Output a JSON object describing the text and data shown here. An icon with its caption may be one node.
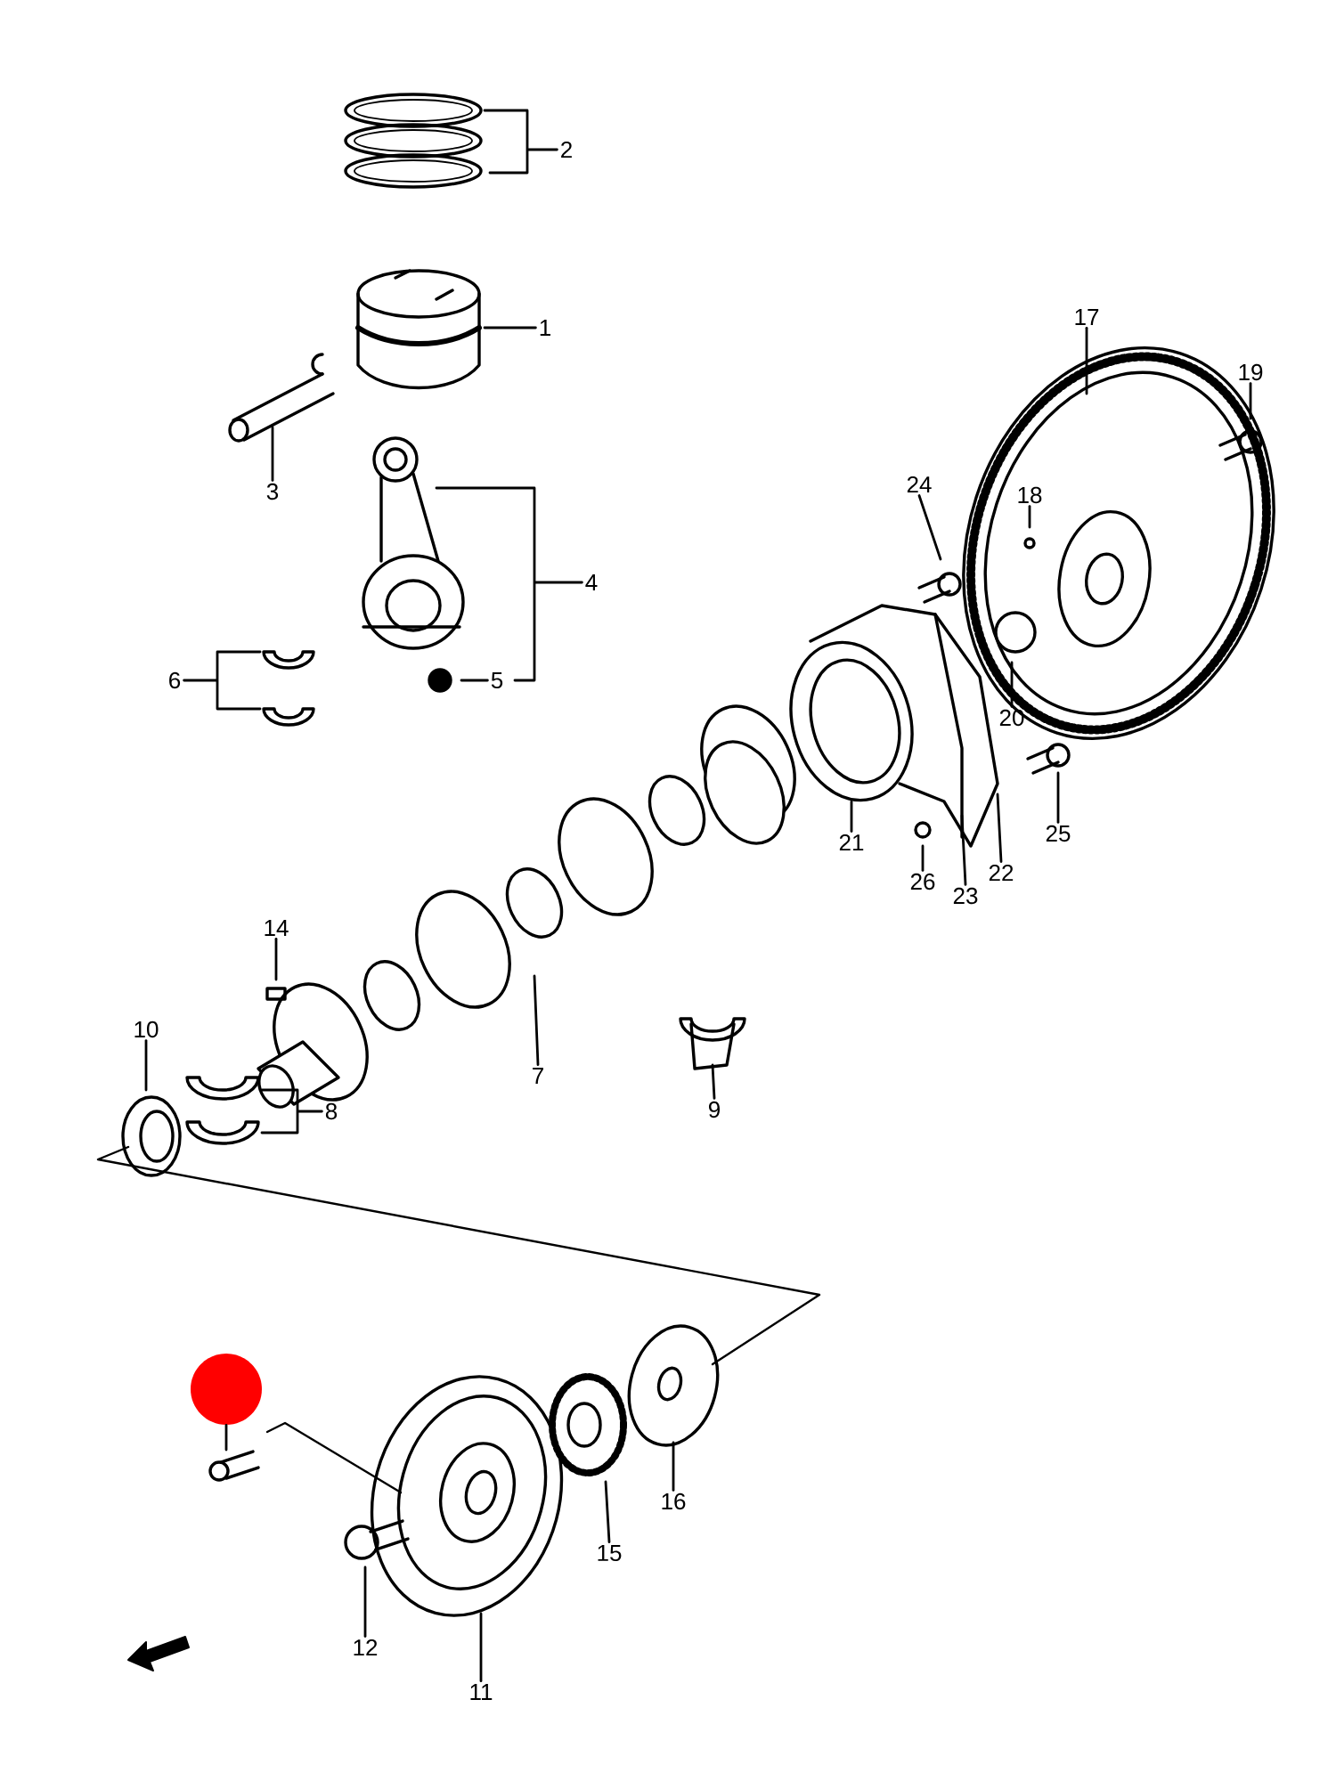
{
  "diagram": {
    "nodes": [
      {
        "text": [
          "2"
        ]
      },
      {
        "text": [
          "1"
        ]
      },
      {
        "text": [
          "3"
        ]
      },
      {
        "text": [
          "4"
        ]
      },
      {
        "text": [
          "6"
        ]
      },
      {
        "text": [
          "5"
        ]
      },
      {
        "text": [
          "17"
        ]
      },
      {
        "text": [
          "19"
        ]
      },
      {
        "text": [
          "24"
        ]
      },
      {
        "text": [
          "18"
        ]
      },
      {
        "text": [
          "20"
        ]
      },
      {
        "text": [
          "21"
        ]
      },
      {
        "text": [
          "25"
        ]
      },
      {
        "text": [
          "26"
        ]
      },
      {
        "text": [
          "23"
        ]
      },
      {
        "text": [
          "22"
        ]
      },
      {
        "text": [
          "14"
        ]
      },
      {
        "text": [
          "10"
        ]
      },
      {
        "text": [
          "7"
        ]
      },
      {
        "text": [
          "9"
        ]
      },
      {
        "text": [
          "8"
        ]
      },
      {
        "text": [],
        "shape": "circle"
      },
      {
        "text": [
          "16"
        ]
      },
      {
        "text": [
          "15"
        ]
      },
      {
        "text": [
          "12"
        ]
      },
      {
        "text": [
          "11"
        ]
      }
    ],
    "edges": [
      {
        "from": 0,
        "to": null,
        "arrow": "none"
      },
      {
        "from": 1,
        "to": null,
        "arrow": "none"
      },
      {
        "from": 2,
        "to": null,
        "arrow": "none"
      },
      {
        "from": 3,
        "to": null,
        "arrow": "none"
      },
      {
        "from": 4,
        "to": null,
        "arrow": "none"
      },
      {
        "from": 5,
        "to": null,
        "arrow": "none"
      },
      {
        "from": 6,
        "to": null,
        "arrow": "none"
      },
      {
        "from": 7,
        "to": null,
        "arrow": "none"
      },
      {
        "from": 8,
        "to": null,
        "arrow": "none"
      },
      {
        "from": 9,
        "to": null,
        "arrow": "none"
      },
      {
        "from": 10,
        "to": null,
        "arrow": "none"
      },
      {
        "from": 11,
        "to": null,
        "arrow": "none"
      },
      {
        "from": 12,
        "to": null,
        "arrow": "none"
      },
      {
        "from": 13,
        "to": null,
        "arrow": "none"
      },
      {
        "from": 14,
        "to": null,
        "arrow": "none"
      },
      {
        "from": 15,
        "to": null,
        "arrow": "none"
      },
      {
        "from": 16,
        "to": null,
        "arrow": "none"
      },
      {
        "from": 17,
        "to": null,
        "arrow": "none"
      },
      {
        "from": 18,
        "to": null,
        "arrow": "none"
      },
      {
        "from": 19,
        "to": null,
        "arrow": "none"
      },
      {
        "from": 20,
        "to": null,
        "arrow": "none"
      },
      {
        "from": 21,
        "to": null,
        "arrow": "none"
      },
      {
        "from": 22,
        "to": null,
        "arrow": "none"
      },
      {
        "from": 23,
        "to": null,
        "arrow": "none"
      },
      {
        "from": 24,
        "to": null,
        "arrow": "none"
      },
      {
        "from": 25,
        "to": null,
        "arrow": "none"
      }
    ]
  }
}
